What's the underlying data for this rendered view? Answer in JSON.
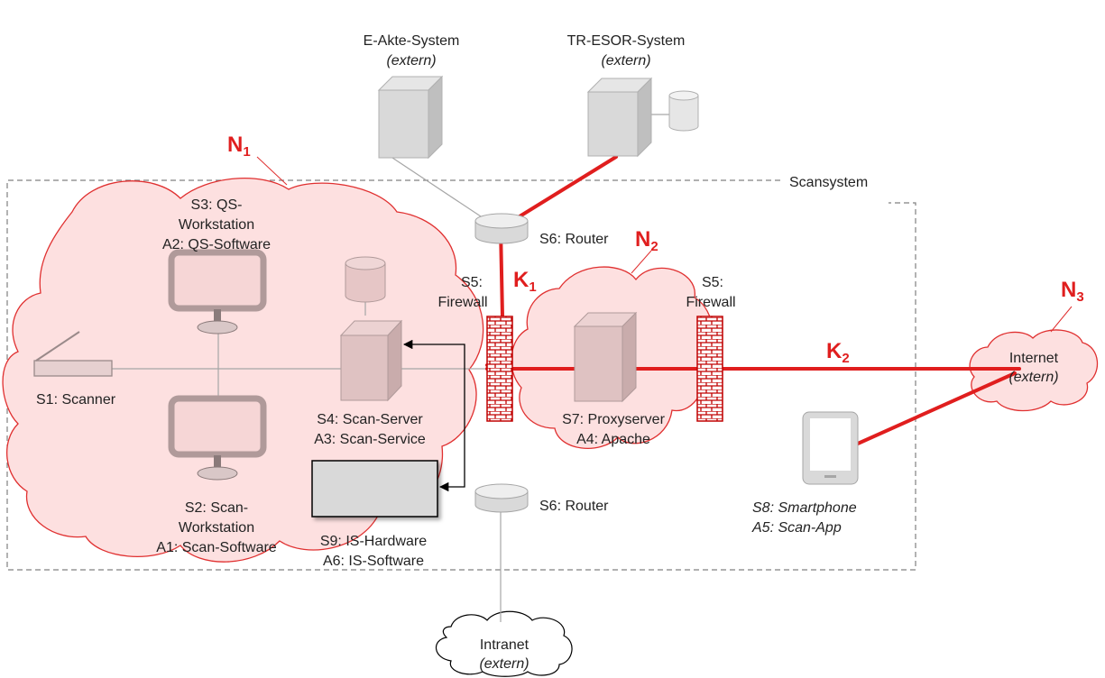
{
  "scansystem": {
    "label": "Scansystem"
  },
  "networks": {
    "n1": {
      "label": "N",
      "sub": "1"
    },
    "n2": {
      "label": "N",
      "sub": "2"
    },
    "n3": {
      "label": "N",
      "sub": "3"
    }
  },
  "connections": {
    "k1": {
      "label": "K",
      "sub": "1"
    },
    "k2": {
      "label": "K",
      "sub": "2"
    }
  },
  "external": {
    "e_akte": {
      "name": "E-Akte-System",
      "note": "(extern)"
    },
    "tr_esor": {
      "name": "TR-ESOR-System",
      "note": "(extern)"
    },
    "internet": {
      "name": "Internet",
      "note": "(extern)"
    },
    "intranet": {
      "name": "Intranet",
      "note": "(extern)"
    }
  },
  "components": {
    "s1": {
      "line1": "S1: Scanner"
    },
    "s2": {
      "line1": "S2: Scan-",
      "line2": "Workstation",
      "line3": "A1: Scan-Software"
    },
    "s3": {
      "line1": "S3: QS-",
      "line2": "Workstation",
      "line3": "A2: QS-Software"
    },
    "s4": {
      "line1": "S4: Scan-Server",
      "line2": "A3: Scan-Service"
    },
    "s5_left": {
      "line1": "S5:",
      "line2": "Firewall"
    },
    "s5_right": {
      "line1": "S5:",
      "line2": "Firewall"
    },
    "s6_top": {
      "line1": "S6: Router"
    },
    "s6_bottom": {
      "line1": "S6: Router"
    },
    "s7": {
      "line1": "S7: Proxyserver",
      "line2": "A4: Apache"
    },
    "s8": {
      "line1": "S8: Smartphone",
      "line2": "A5: Scan-App"
    },
    "s9": {
      "line1": "S9: IS-Hardware",
      "line2": "A6: IS-Software"
    }
  },
  "colors": {
    "red": "#e01e1e",
    "cloud_fill": "#fde0e0",
    "cloud_stroke": "#e03030",
    "gray_fill": "#d9d9d9",
    "gray_stroke": "#a6a6a6",
    "firewall": "#c00000",
    "boundary": "#808080"
  }
}
